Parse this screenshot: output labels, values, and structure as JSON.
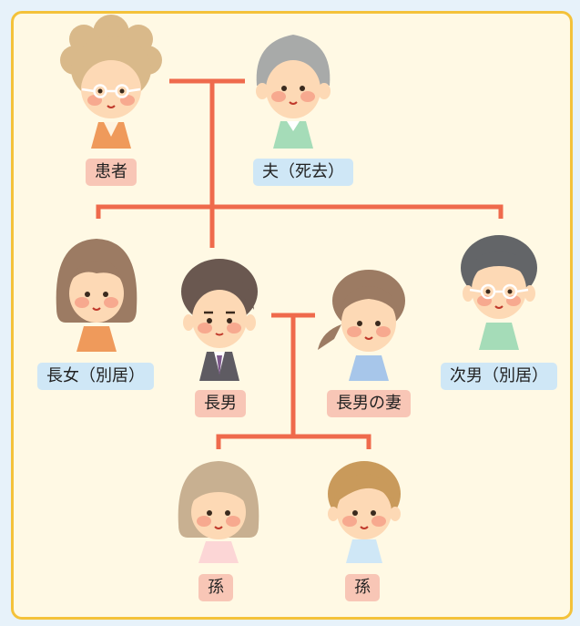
{
  "colors": {
    "panel_bg": "#fff9e4",
    "panel_border": "#f4c23a",
    "line": "#ef6a4c",
    "label_patient_family": "#f8c6b6",
    "label_separate": "#cfe7f6"
  },
  "people": {
    "patient": {
      "label": "患者",
      "icon": "elderly-woman-glasses-icon"
    },
    "husband": {
      "label": "夫（死去）",
      "icon": "elderly-man-icon"
    },
    "eldest_daughter": {
      "label": "長女（別居）",
      "icon": "woman-icon"
    },
    "eldest_son": {
      "label": "長男",
      "icon": "man-suit-icon"
    },
    "eldest_son_wife": {
      "label": "長男の妻",
      "icon": "woman-ponytail-icon"
    },
    "second_son": {
      "label": "次男（別居）",
      "icon": "man-glasses-icon"
    },
    "grandchild_1": {
      "label": "孫",
      "icon": "girl-icon"
    },
    "grandchild_2": {
      "label": "孫",
      "icon": "boy-icon"
    }
  }
}
